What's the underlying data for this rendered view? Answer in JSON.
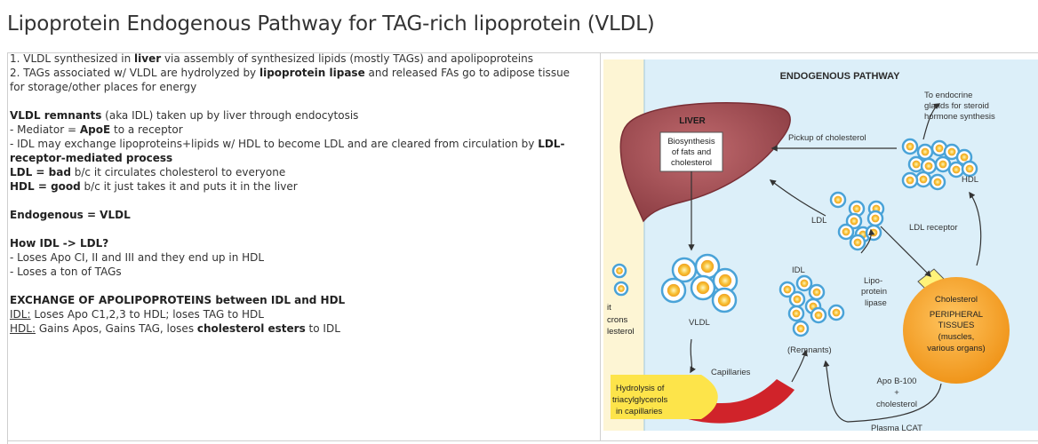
{
  "page_title": "Lipoprotein Endogenous Pathway for TAG-rich lipoprotein (VLDL)",
  "notes": {
    "l1_a": "1. VLDL synthesized in ",
    "l1_b": "liver",
    "l1_c": " via assembly of synthesized lipids (mostly TAGs) and apolipoproteins",
    "l2_a": "2. TAGs associated w/ VLDL are hydrolyzed by ",
    "l2_b": "lipoprotein lipase",
    "l2_c": " and released FAs go to adipose tissue for storage/other places for energy",
    "rem_a": "VLDL remnants",
    "rem_b": " (aka IDL) taken up by liver through endocytosis",
    "med_a": "- Mediator = ",
    "med_b": "ApoE",
    "med_c": " to a receptor",
    "idl_a": "- IDL may exchange lipoproteins+lipids w/ HDL to become LDL and are cleared from circulation by ",
    "idl_b": "LDL-receptor-mediated process",
    "ldl_a": "LDL = ",
    "ldl_b": "bad",
    "ldl_c": " b/c it circulates cholesterol to everyone",
    "hdl_a": "HDL = ",
    "hdl_b": "good",
    "hdl_c": " b/c it just takes it and puts it in the liver",
    "endo": "Endogenous = VLDL",
    "how": "How IDL -> LDL?",
    "how1": "- Loses Apo CI, II and III and they end up in HDL",
    "how2": "- Loses a ton of TAGs",
    "exch": "EXCHANGE OF APOLIPOPROTEINS between IDL and HDL",
    "ex1_u": "IDL:",
    "ex1_t": " Loses Apo C1,2,3 to HDL; loses TAG to HDL",
    "ex2_u": "HDL:",
    "ex2_a": " Gains Apos, Gains TAG, loses ",
    "ex2_b": "cholesterol esters",
    "ex2_c": " to IDL"
  },
  "diagram": {
    "heading": "ENDOGENOUS PATHWAY",
    "liver": "LIVER",
    "bio1": "Biosynthesis",
    "bio2": "of fats and",
    "bio3": "cholesterol",
    "endo1": "To endocrine",
    "endo2": "glands for steroid",
    "endo3": "hormone synthesis",
    "pickup": "Pickup of cholesterol",
    "hdl": "HDL",
    "ldl": "LDL",
    "ldl_receptor": "LDL receptor",
    "idl": "IDL",
    "lipo1": "Lipo-",
    "lipo2": "protein",
    "lipo3": "lipase",
    "vldl": "VLDL",
    "remnants": "(Remnants)",
    "capillaries": "Capillaries",
    "hyd1": "Hydrolysis of",
    "hyd2": "triacylglycerols",
    "hyd3": "in capillaries",
    "chol": "Cholesterol",
    "per1": "PERIPHERAL",
    "per2": "TISSUES",
    "per3": "(muscles,",
    "per4": "various organs)",
    "apo1": "Apo B-100",
    "apo2": "+",
    "apo3": "cholesterol",
    "lcat": "Plasma LCAT",
    "edge1": "it",
    "edge2": "crons",
    "edge3": "lesterol"
  },
  "colors": {
    "diagram_bg": "#dceff9",
    "left_strip": "#fdf5d4",
    "liver": "#a8545a",
    "particle_core": "#f7c136",
    "particle_ring": "#4aa3d8",
    "peripheral": "#f5a623",
    "capillary": "#d0232a"
  }
}
